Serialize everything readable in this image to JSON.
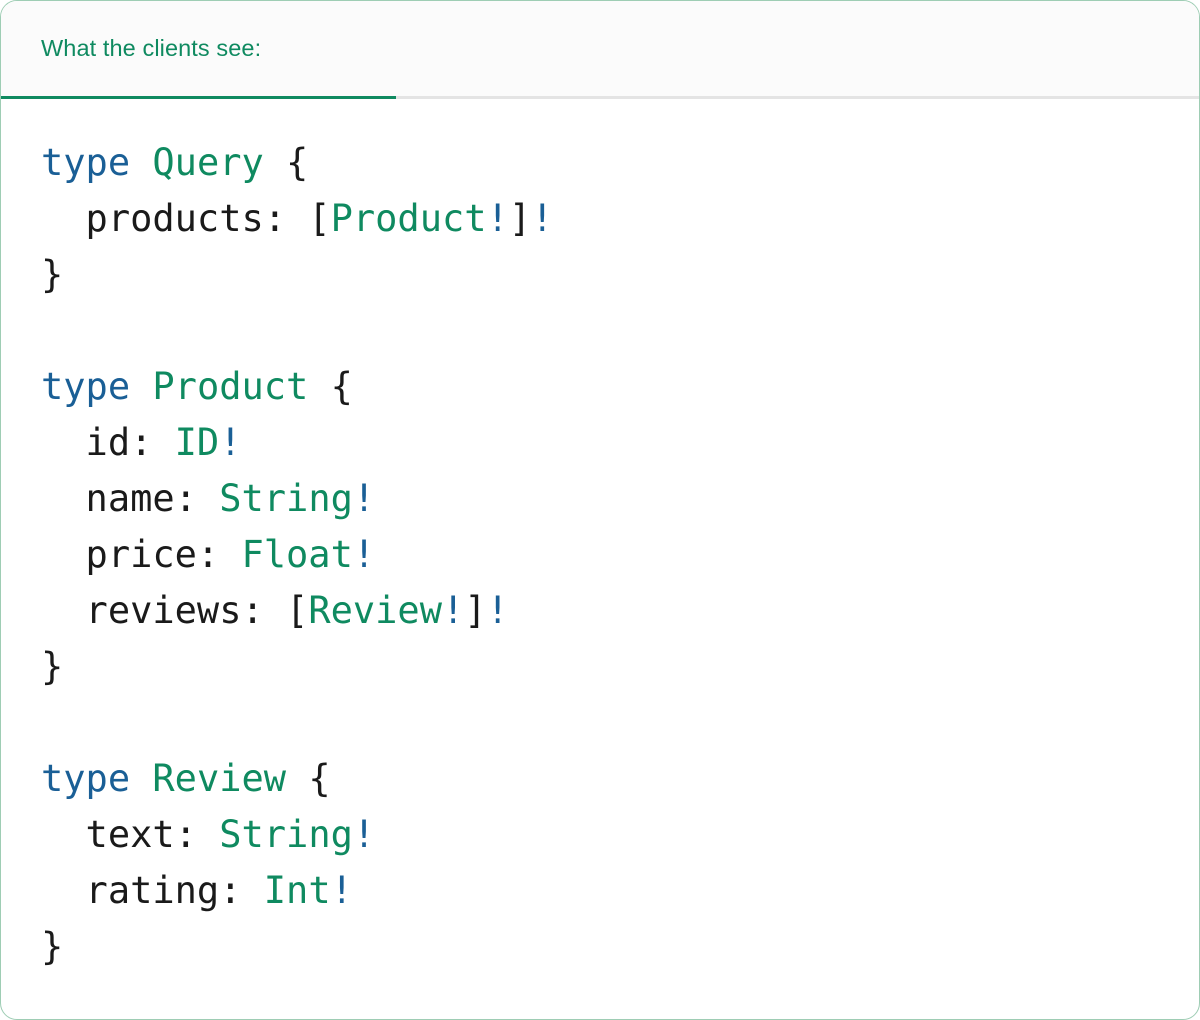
{
  "card": {
    "border_color": "#9ecdb4",
    "background": "#ffffff"
  },
  "header": {
    "tab_label": "What the clients see:",
    "accent_color": "#0f8a60",
    "background": "#fbfbfb",
    "divider_color": "#e4e4e4"
  },
  "colors": {
    "keyword_blue": "#1a5f96",
    "type_green": "#0f8a60",
    "punctuation": "#1a1a1a",
    "bang_blue": "#1a5f96"
  },
  "code": {
    "language": "graphql",
    "raw": "type Query {\n  products: [Product!]!\n}\n\ntype Product {\n  id: ID!\n  name: String!\n  price: Float!\n  reviews: [Review!]!\n}\n\ntype Review {\n  text: String!\n  rating: Int!\n}",
    "lines": [
      {
        "tokens": [
          {
            "t": "type",
            "c": "kw"
          },
          {
            "t": " ",
            "c": "plain"
          },
          {
            "t": "Query",
            "c": "type"
          },
          {
            "t": " {",
            "c": "plain"
          }
        ]
      },
      {
        "tokens": [
          {
            "t": "  products: [",
            "c": "plain"
          },
          {
            "t": "Product",
            "c": "type"
          },
          {
            "t": "!",
            "c": "bang"
          },
          {
            "t": "]",
            "c": "plain"
          },
          {
            "t": "!",
            "c": "bang"
          }
        ]
      },
      {
        "tokens": [
          {
            "t": "}",
            "c": "plain"
          }
        ]
      },
      {
        "tokens": []
      },
      {
        "tokens": [
          {
            "t": "type",
            "c": "kw"
          },
          {
            "t": " ",
            "c": "plain"
          },
          {
            "t": "Product",
            "c": "type"
          },
          {
            "t": " {",
            "c": "plain"
          }
        ]
      },
      {
        "tokens": [
          {
            "t": "  id: ",
            "c": "plain"
          },
          {
            "t": "ID",
            "c": "type"
          },
          {
            "t": "!",
            "c": "bang"
          }
        ]
      },
      {
        "tokens": [
          {
            "t": "  name: ",
            "c": "plain"
          },
          {
            "t": "String",
            "c": "type"
          },
          {
            "t": "!",
            "c": "bang"
          }
        ]
      },
      {
        "tokens": [
          {
            "t": "  price: ",
            "c": "plain"
          },
          {
            "t": "Float",
            "c": "type"
          },
          {
            "t": "!",
            "c": "bang"
          }
        ]
      },
      {
        "tokens": [
          {
            "t": "  reviews: [",
            "c": "plain"
          },
          {
            "t": "Review",
            "c": "type"
          },
          {
            "t": "!",
            "c": "bang"
          },
          {
            "t": "]",
            "c": "plain"
          },
          {
            "t": "!",
            "c": "bang"
          }
        ]
      },
      {
        "tokens": [
          {
            "t": "}",
            "c": "plain"
          }
        ]
      },
      {
        "tokens": []
      },
      {
        "tokens": [
          {
            "t": "type",
            "c": "kw"
          },
          {
            "t": " ",
            "c": "plain"
          },
          {
            "t": "Review",
            "c": "type"
          },
          {
            "t": " {",
            "c": "plain"
          }
        ]
      },
      {
        "tokens": [
          {
            "t": "  text: ",
            "c": "plain"
          },
          {
            "t": "String",
            "c": "type"
          },
          {
            "t": "!",
            "c": "bang"
          }
        ]
      },
      {
        "tokens": [
          {
            "t": "  rating: ",
            "c": "plain"
          },
          {
            "t": "Int",
            "c": "type"
          },
          {
            "t": "!",
            "c": "bang"
          }
        ]
      },
      {
        "tokens": [
          {
            "t": "}",
            "c": "plain"
          }
        ]
      }
    ]
  }
}
